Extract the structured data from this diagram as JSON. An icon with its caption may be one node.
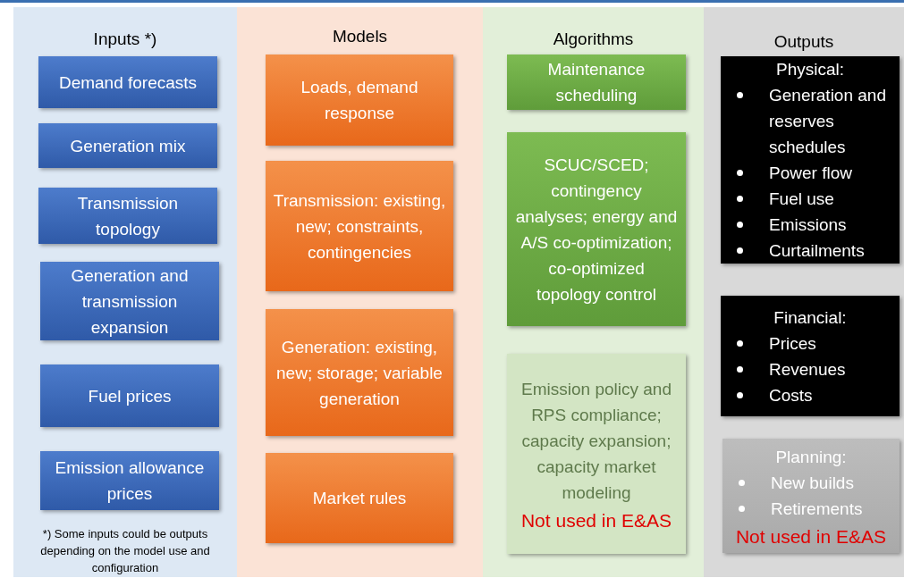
{
  "diagram": {
    "nodes": [
      {
        "text": [
          "Inputs *)",
          "*) Some inputs could be outputs depending on the model use and configuration"
        ]
      },
      {
        "text": [
          "Demand forecasts"
        ],
        "in": 0
      },
      {
        "text": [
          "Generation mix"
        ],
        "in": 0
      },
      {
        "text": [
          "Transmission topology"
        ],
        "in": 0
      },
      {
        "text": [
          "Generation and transmission expansion"
        ],
        "in": 0
      },
      {
        "text": [
          "Fuel prices"
        ],
        "in": 0
      },
      {
        "text": [
          "Emission allowance prices"
        ],
        "in": 0
      },
      {
        "text": [
          "Models"
        ]
      },
      {
        "text": [
          "Loads, demand response"
        ],
        "in": 7
      },
      {
        "text": [
          "Transmission: existing, new; constraints, contingencies"
        ],
        "in": 7
      },
      {
        "text": [
          "Generation: existing, new; storage; variable generation"
        ],
        "in": 7
      },
      {
        "text": [
          "Market rules"
        ],
        "in": 7
      },
      {
        "text": [
          "Algorithms"
        ]
      },
      {
        "text": [
          "Maintenance scheduling"
        ],
        "in": 12
      },
      {
        "text": [
          "SCUC/SCED; contingency analyses; energy and A/S co-optimization; co-optimized topology control"
        ],
        "in": 12
      },
      {
        "text": [
          "Emission policy and RPS compliance; capacity expansion; capacity market modeling",
          "Not used in E&AS"
        ],
        "in": 12
      },
      {
        "text": [
          "Outputs"
        ]
      },
      {
        "text": [
          "Physical:",
          "Generation and reserves schedules",
          "Power flow",
          "Fuel use",
          "Emissions",
          "Curtailments"
        ],
        "in": 16
      },
      {
        "text": [
          "Financial:",
          "Prices",
          "Revenues",
          "Costs"
        ],
        "in": 16
      },
      {
        "text": [
          "Planning:",
          "New builds",
          "Retirements",
          "Not used in E&AS"
        ],
        "in": 16
      }
    ],
    "edges": []
  }
}
